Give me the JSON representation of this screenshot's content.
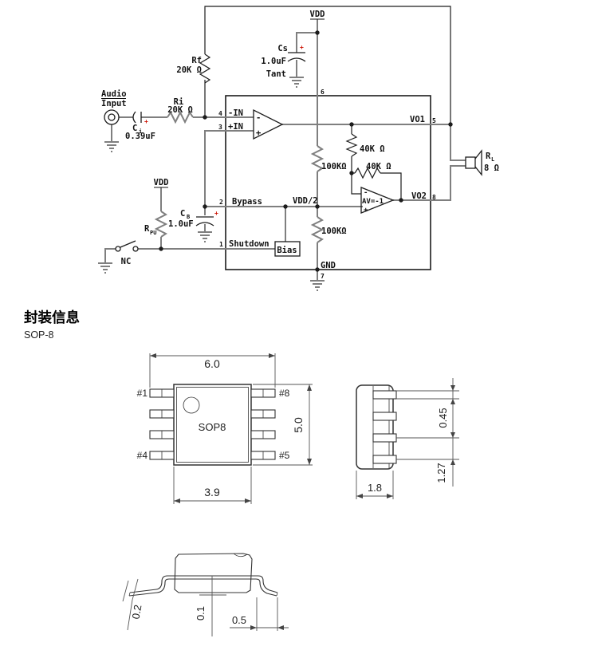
{
  "colors": {
    "wire_gray": "#7f7f7f",
    "ink_black": "#1c1c1c",
    "polarity_red": "#cc1100"
  },
  "circuit": {
    "sym": {
      "plus": "+",
      "minus": "-"
    },
    "power": {
      "vdd_top": "VDD",
      "vdd_pullup": "VDD"
    },
    "source": {
      "line1": "Audio",
      "line2": "Input"
    },
    "caps": {
      "cs": {
        "name": "Cs",
        "value": "1.0uF",
        "type": "Tant"
      },
      "ci": {
        "name": "C",
        "sub": "i",
        "value": "0.39uF"
      },
      "cb": {
        "name": "C",
        "sub": "B",
        "value": "1.0uF"
      }
    },
    "resistors": {
      "rf": {
        "name": "Rf",
        "value": "20K Ω"
      },
      "ri": {
        "name": "Ri",
        "value": "20K Ω"
      },
      "rpu": {
        "name": "R",
        "sub": "PU"
      },
      "r100k_upper": "100KΩ",
      "r100k_lower": "100KΩ",
      "r40k_vert": "40K Ω",
      "r40k_horz": "40K Ω",
      "rl": {
        "name": "R",
        "sub": "L",
        "value": "8 Ω"
      }
    },
    "switch_label": "NC",
    "ic": {
      "pin1": {
        "num": "1",
        "label": "Shutdown"
      },
      "pin2": {
        "num": "2",
        "label": "Bypass"
      },
      "pin3": {
        "num": "3",
        "label": "+IN"
      },
      "pin4": {
        "num": "4",
        "label": "-IN"
      },
      "pin5": {
        "num": "5",
        "label": "VO1"
      },
      "pin6": {
        "num": "6"
      },
      "pin7": {
        "num": "7",
        "label": "GND"
      },
      "pin8": {
        "num": "8",
        "label": "VO2"
      },
      "vdd2": "VDD/2",
      "bias": "Bias",
      "av": "AV=-1"
    }
  },
  "package": {
    "heading": "封装信息",
    "subtitle": "SOP-8",
    "top_view": {
      "chip_label": "SOP8",
      "dim_width": "6.0",
      "dim_height": "5.0",
      "dim_body": "3.9",
      "pin1": "#1",
      "pin4": "#4",
      "pin5": "#5",
      "pin8": "#8"
    },
    "side_view": {
      "dim_lead_width": "0.45",
      "dim_pitch": "1.27",
      "dim_depth": "1.8"
    },
    "front_view": {
      "dim_lead_thk": "0.2",
      "dim_standoff": "0.1",
      "dim_foot": "0.5"
    }
  }
}
